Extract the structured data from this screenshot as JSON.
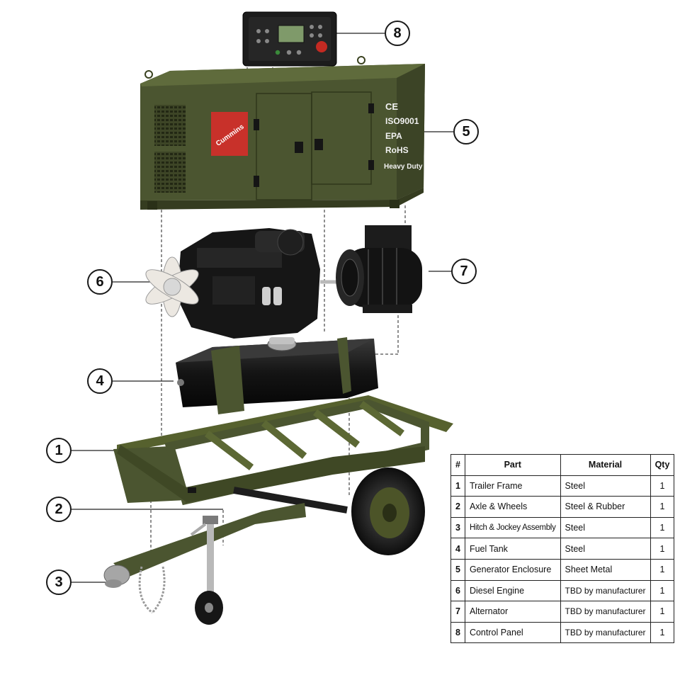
{
  "callouts": [
    "1",
    "2",
    "3",
    "4",
    "5",
    "6",
    "7",
    "8"
  ],
  "enclosure": {
    "brand": "Cummins",
    "marks": [
      "CE",
      "ISO9001",
      "EPA",
      "RoHS",
      "Heavy Duty"
    ]
  },
  "table": {
    "headers": [
      "#",
      "Part",
      "Material",
      "Qty"
    ],
    "rows": [
      {
        "num": "1",
        "part": "Trailer Frame",
        "material": "Steel",
        "qty": "1"
      },
      {
        "num": "2",
        "part": "Axle & Wheels",
        "material": "Steel & Rubber",
        "qty": "1"
      },
      {
        "num": "3",
        "part": "Hitch & Jockey Assembly",
        "material": "Steel",
        "qty": "1"
      },
      {
        "num": "4",
        "part": "Fuel Tank",
        "material": "Steel",
        "qty": "1"
      },
      {
        "num": "5",
        "part": "Generator Enclosure",
        "material": "Sheet Metal",
        "qty": "1"
      },
      {
        "num": "6",
        "part": "Diesel Engine",
        "material": "TBD by manufacturer",
        "qty": "1"
      },
      {
        "num": "7",
        "part": "Alternator",
        "material": "TBD by manufacturer",
        "qty": "1"
      },
      {
        "num": "8",
        "part": "Control Panel",
        "material": "TBD by manufacturer",
        "qty": "1"
      }
    ]
  },
  "colors": {
    "olive": "#4b5530",
    "olive_dark": "#353c20",
    "olive_light": "#5f6b3c",
    "black": "#161616",
    "logo_red": "#c8312a"
  }
}
